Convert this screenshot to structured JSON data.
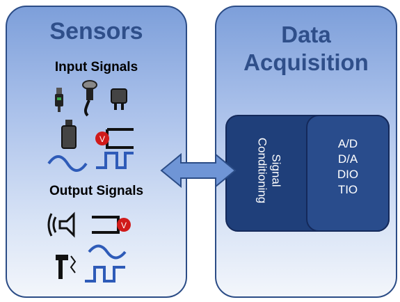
{
  "sensors": {
    "title": "Sensors",
    "input_label": "Input Signals",
    "output_label": "Output Signals",
    "input_icons": [
      "probe-sensor-icon",
      "microphone-sensor-icon",
      "plug-sensor-icon",
      "cylinder-sensor-icon",
      "voltmeter-circuit-icon",
      "sine-wave-icon",
      "square-wave-icon"
    ],
    "output_icons": [
      "speaker-icon",
      "voltmeter-circuit-icon",
      "hair-dryer-icon",
      "sine-wave-icon",
      "square-wave-icon"
    ]
  },
  "daq": {
    "title_line1": "Data",
    "title_line2": "Acquisition",
    "conditioning_line1": "Signal",
    "conditioning_line2": "Conditioning",
    "converters": [
      "A/D",
      "D/A",
      "DIO",
      "TIO"
    ]
  },
  "connector": {
    "icon": "double-arrow-icon"
  },
  "colors": {
    "panel_border": "#2b4c86",
    "title_text": "#2f4f8a",
    "daq_box": "#1f3f7a",
    "arrow": "#6f95d6",
    "wave": "#2e5bb8",
    "volt_marker": "#d01a1a"
  }
}
